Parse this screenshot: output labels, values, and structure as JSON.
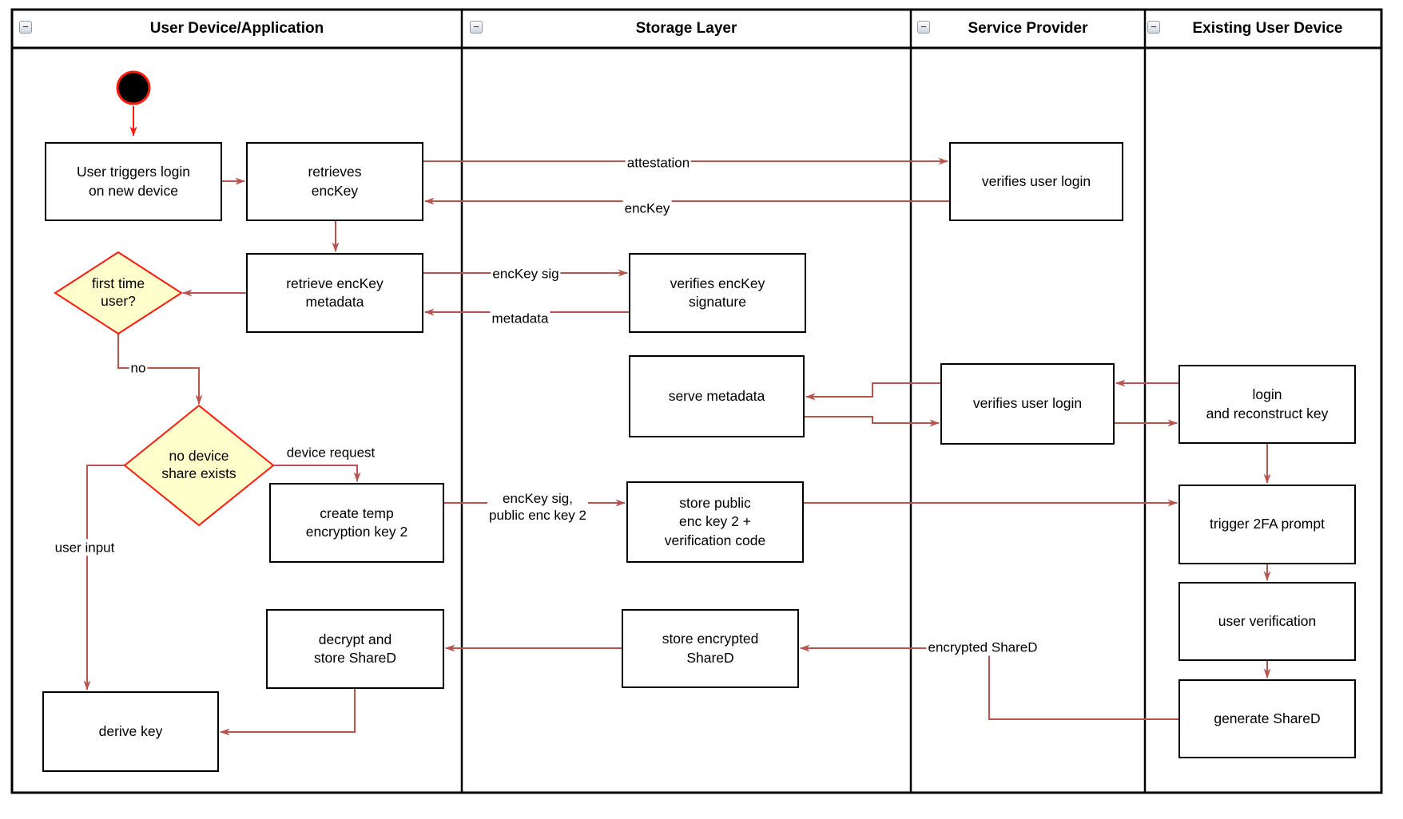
{
  "diagram": {
    "kind": "uml-activity-swimlane-diagram",
    "colors": {
      "node_fill": "#ffffff",
      "node_border": "#000000",
      "decision_fill": "#ffffcc",
      "decision_border": "#ff0000",
      "arrow": "#b85450",
      "start_node_fill": "#000000",
      "start_node_ring": "#ff0000",
      "lane_border": "#000000"
    }
  },
  "ui": {
    "collapse_glyph": "−"
  },
  "lanes": [
    {
      "id": "user-device-application",
      "label": "User Device/Application"
    },
    {
      "id": "storage-layer",
      "label": "Storage Layer"
    },
    {
      "id": "service-provider",
      "label": "Service Provider"
    },
    {
      "id": "existing-user-device",
      "label": "Existing User Device"
    }
  ],
  "nodes": {
    "start": {
      "type": "initial-node",
      "label": ""
    },
    "user_triggers_login": {
      "label": "User triggers login\non new device"
    },
    "retrieves_enckey": {
      "label": "retrieves\nencKey"
    },
    "retrieve_enckey_metadata": {
      "label": "retrieve encKey\nmetadata"
    },
    "first_time_user": {
      "type": "decision",
      "label": "first time\nuser?"
    },
    "no_device_share_exists": {
      "type": "decision",
      "label": "no device\nshare exists"
    },
    "create_temp_key2": {
      "label": "create temp\nencryption key 2"
    },
    "decrypt_store_shared": {
      "label": "decrypt and\nstore ShareD"
    },
    "derive_key": {
      "label": "derive key"
    },
    "verifies_enckey_signature": {
      "label": "verifies encKey\nsignature"
    },
    "serve_metadata": {
      "label": "serve metadata"
    },
    "store_public_key2": {
      "label": "store public\nenc key 2 +\nverification code"
    },
    "store_encrypted_shared": {
      "label": "store encrypted\nShareD"
    },
    "verifies_user_login_top": {
      "label": "verifies user login"
    },
    "verifies_user_login_mid": {
      "label": "verifies user login"
    },
    "login_reconstruct_key": {
      "label": "login\nand reconstruct key"
    },
    "trigger_2fa": {
      "label": "trigger 2FA prompt"
    },
    "user_verification": {
      "label": "user verification"
    },
    "generate_shared": {
      "label": "generate ShareD"
    }
  },
  "edges": [
    {
      "from": "start",
      "to": "user_triggers_login",
      "label": ""
    },
    {
      "from": "user_triggers_login",
      "to": "retrieves_enckey",
      "label": ""
    },
    {
      "from": "retrieves_enckey",
      "to": "verifies_user_login_top",
      "label": "attestation"
    },
    {
      "from": "verifies_user_login_top",
      "to": "retrieves_enckey",
      "label": "encKey"
    },
    {
      "from": "retrieves_enckey",
      "to": "retrieve_enckey_metadata",
      "label": ""
    },
    {
      "from": "retrieve_enckey_metadata",
      "to": "first_time_user",
      "label": ""
    },
    {
      "from": "retrieve_enckey_metadata",
      "to": "verifies_enckey_signature",
      "label": "encKey sig"
    },
    {
      "from": "verifies_enckey_signature",
      "to": "retrieve_enckey_metadata",
      "label": "metadata"
    },
    {
      "from": "first_time_user",
      "to": "no_device_share_exists",
      "label": "no"
    },
    {
      "from": "no_device_share_exists",
      "to": "create_temp_key2",
      "label": "device request"
    },
    {
      "from": "no_device_share_exists",
      "to": "derive_key",
      "label": "user input"
    },
    {
      "from": "create_temp_key2",
      "to": "store_public_key2",
      "label": "encKey sig,\npublic enc key 2"
    },
    {
      "from": "store_public_key2",
      "to": "trigger_2fa",
      "label": ""
    },
    {
      "from": "verifies_user_login_mid",
      "to": "serve_metadata",
      "label": ""
    },
    {
      "from": "serve_metadata",
      "to": "verifies_user_login_mid",
      "label": ""
    },
    {
      "from": "login_reconstruct_key",
      "to": "verifies_user_login_mid",
      "label": ""
    },
    {
      "from": "verifies_user_login_mid",
      "to": "login_reconstruct_key",
      "label": ""
    },
    {
      "from": "login_reconstruct_key",
      "to": "trigger_2fa",
      "label": ""
    },
    {
      "from": "trigger_2fa",
      "to": "user_verification",
      "label": ""
    },
    {
      "from": "user_verification",
      "to": "generate_shared",
      "label": ""
    },
    {
      "from": "generate_shared",
      "to": "store_encrypted_shared",
      "label": "encrypted ShareD"
    },
    {
      "from": "store_encrypted_shared",
      "to": "decrypt_store_shared",
      "label": ""
    },
    {
      "from": "decrypt_store_shared",
      "to": "derive_key",
      "label": ""
    }
  ]
}
